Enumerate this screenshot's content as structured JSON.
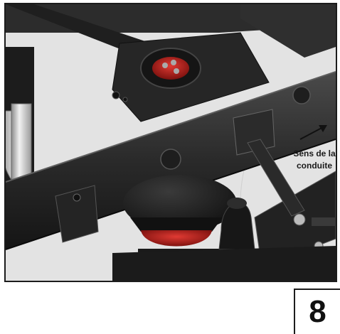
{
  "figure": {
    "annotation": "Sens de la conduite",
    "annotation_lines": [
      "Sens de la",
      "conduite"
    ],
    "accent_color": "#b3201c"
  },
  "page": {
    "number": "8"
  }
}
